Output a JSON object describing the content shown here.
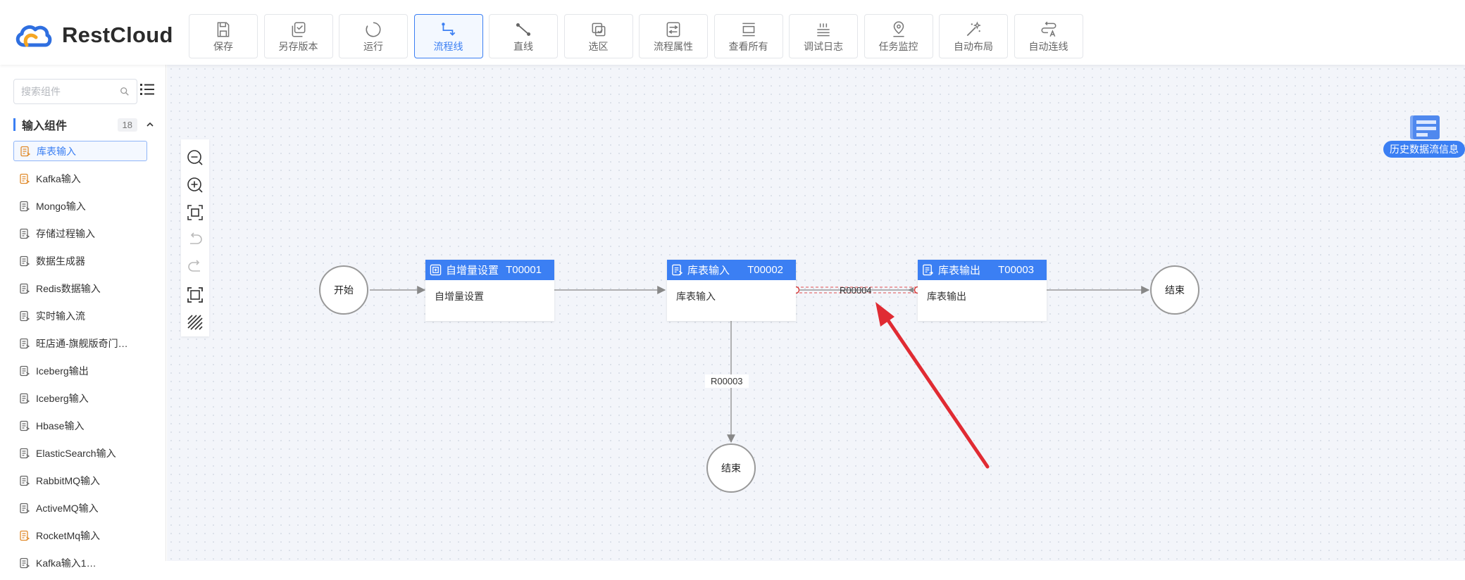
{
  "app": {
    "logo_text": "RestCloud"
  },
  "toolbar": [
    {
      "label": "保存",
      "icon": "save-icon"
    },
    {
      "label": "另存版本",
      "icon": "save-version-icon"
    },
    {
      "label": "运行",
      "icon": "run-icon"
    },
    {
      "label": "流程线",
      "icon": "flow-line-icon",
      "active": true
    },
    {
      "label": "直线",
      "icon": "straight-line-icon"
    },
    {
      "label": "选区",
      "icon": "select-area-icon"
    },
    {
      "label": "流程属性",
      "icon": "flow-properties-icon"
    },
    {
      "label": "查看所有",
      "icon": "view-all-icon"
    },
    {
      "label": "调试日志",
      "icon": "debug-log-icon"
    },
    {
      "label": "任务监控",
      "icon": "task-monitor-icon"
    },
    {
      "label": "自动布局",
      "icon": "auto-layout-icon"
    },
    {
      "label": "自动连线",
      "icon": "auto-connect-icon"
    }
  ],
  "sidebar": {
    "search_placeholder": "搜索组件",
    "group": {
      "title": "输入组件",
      "count": "18"
    },
    "items": [
      {
        "label": "库表输入",
        "selected": true
      },
      {
        "label": "Kafka输入"
      },
      {
        "label": "Mongo输入"
      },
      {
        "label": "存储过程输入"
      },
      {
        "label": "数据生成器"
      },
      {
        "label": "Redis数据输入"
      },
      {
        "label": "实时输入流"
      },
      {
        "label": "旺店通-旗舰版奇门…"
      },
      {
        "label": "Iceberg输出"
      },
      {
        "label": "Iceberg输入"
      },
      {
        "label": "Hbase输入"
      },
      {
        "label": "ElasticSearch输入"
      },
      {
        "label": "RabbitMQ输入"
      },
      {
        "label": "ActiveMQ输入"
      },
      {
        "label": "RocketMq输入"
      },
      {
        "label": "Kafka输入1…"
      }
    ]
  },
  "canvas": {
    "start_label": "开始",
    "end_label": "结束",
    "tasks": [
      {
        "name": "自增量设置",
        "id": "T00001",
        "body": "自增量设置"
      },
      {
        "name": "库表输入",
        "id": "T00002",
        "body": "库表输入"
      },
      {
        "name": "库表输出",
        "id": "T00003",
        "body": "库表输出"
      }
    ],
    "edge_labels": {
      "r3": "R00003",
      "r4": "R00004"
    },
    "history_label": "历史数据流信息"
  },
  "colors": {
    "primary": "#3b7ff3",
    "annotation_arrow": "#e02b33"
  }
}
